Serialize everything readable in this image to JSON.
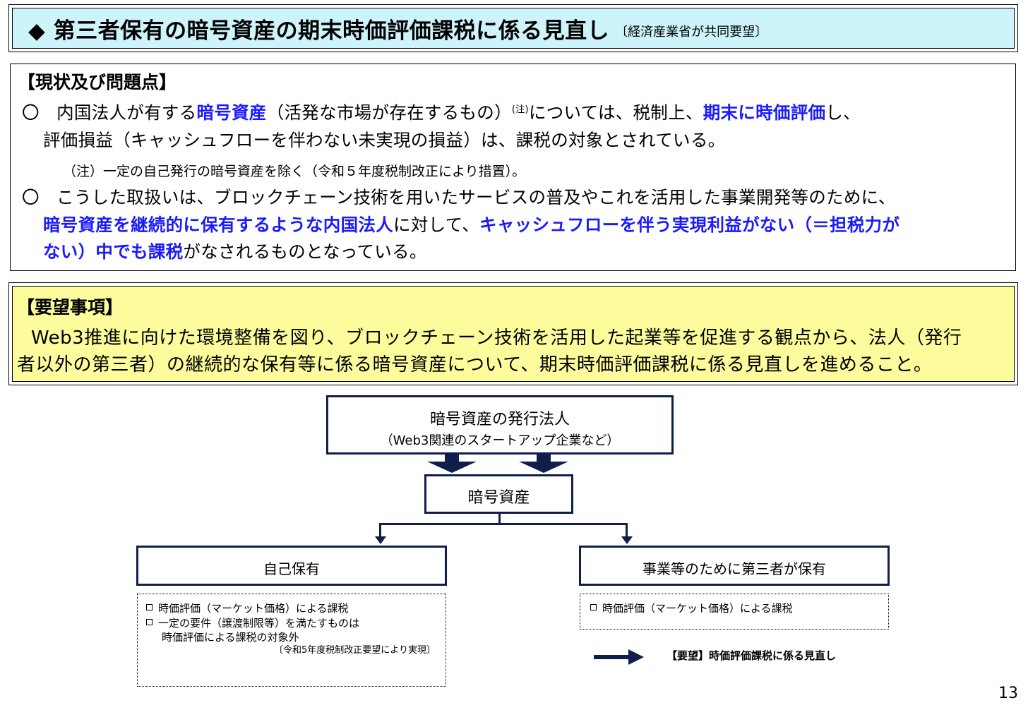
{
  "title": {
    "marker": "◆",
    "text": "第三者保有の暗号資産の期末時価評価課税に係る見直し",
    "sub": "〔経済産業省が共同要望〕"
  },
  "status": {
    "heading": "【現状及び問題点】",
    "bullet": "〇",
    "p1_a": "内国法人が有する",
    "p1_b": "暗号資産",
    "p1_c": "（活発な市場が存在するもの）",
    "p1_sup": "(注)",
    "p1_d": "については、税制上、",
    "p1_e": "期末に時価評価",
    "p1_f": "し、",
    "p1_line2": "評価損益（キャッシュフローを伴わない未実現の損益）は、課税の対象とされている。",
    "note": "（注）一定の自己発行の暗号資産を除く（令和５年度税制改正により措置）。",
    "p2_line1": "こうした取扱いは、ブロックチェーン技術を用いたサービスの普及やこれを活用した事業開発等のために、",
    "p2_a": "暗号資産を継続的に保有するような内国法人",
    "p2_b": "に対して、",
    "p2_c": "キャッシュフローを伴う実現利益がない（＝担税力が",
    "p2_d": "ない）中でも課税",
    "p2_e": "がなされるものとなっている。"
  },
  "request": {
    "heading": "【要望事項】",
    "line1": "Web3推進に向けた環境整備を図り、ブロックチェーン技術を活用した起業等を促進する観点から、法人（発行",
    "line2": "者以外の第三者）の継続的な保有等に係る暗号資産について、期末時価評価課税に係る見直しを進めること。"
  },
  "diagram": {
    "issuer_title": "暗号資産の発行法人",
    "issuer_sub": "（Web3関連のスタートアップ企業など）",
    "asset": "暗号資産",
    "self_hold": "自己保有",
    "third_party": "事業等のために第三者が保有",
    "left_items": [
      "時価評価（マーケット価格）による課税",
      "一定の要件（譲渡制限等）を満たすものは"
    ],
    "left_cont": "時価評価による課税の対象外",
    "left_note": "〔令和5年度税制改正要望により実現〕",
    "right_item": "時価評価（マーケット価格）による課税",
    "legend": "【要望】時価評価課税に係る見直し",
    "colors": {
      "navy": "#0f1e4a",
      "title_bg": "#cdf4fb",
      "request_bg": "#fdfc9c",
      "emphasis": "#1a1aff"
    }
  },
  "page_number": "13"
}
